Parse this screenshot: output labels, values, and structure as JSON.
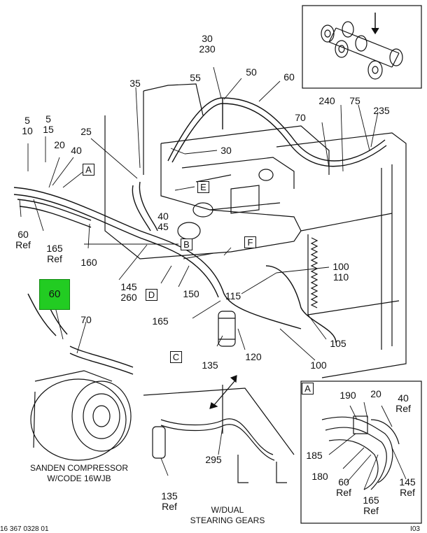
{
  "diagram": {
    "part_labels": {
      "l30_230": "30\n230",
      "l55": "55",
      "l50": "50",
      "l60_top": "60",
      "l35": "35",
      "l240": "240",
      "l75": "75",
      "l235": "235",
      "l5_10": "5\n10",
      "l5_15": "5\n15",
      "l25": "25",
      "l70_top": "70",
      "l20_left": "20",
      "l40_left": "40",
      "l30_mid": "30",
      "l40_45": "40\n45",
      "l60_ref": "60\nRef",
      "l165_ref": "165\nRef",
      "l160": "160",
      "l145_260": "145\n260",
      "l150": "150",
      "l100_110": "100\n110",
      "l115": "115",
      "l165": "165",
      "l105": "105",
      "l135": "135",
      "l120": "120",
      "l100_bottom": "100",
      "l70_comp": "70",
      "l295": "295",
      "l135_ref": "135\nRef",
      "l190": "190",
      "l20_inset": "20",
      "l40_ref": "40\nRef",
      "l185": "185",
      "l180": "180",
      "l60_ref_inset": "60\nRef",
      "l145_ref": "145\nRef",
      "l165_ref_inset": "165\nRef"
    },
    "callout_boxes": {
      "A": "A",
      "B": "B",
      "C": "C",
      "D": "D",
      "E": "E",
      "F": "F",
      "A_inset": "A"
    },
    "highlight": "60",
    "captions": {
      "compressor": "SANDEN COMPRESSOR\nW/CODE 16WJB",
      "dual": "W/DUAL\nSTEARING GEARS"
    },
    "footer": {
      "drawing_number": "16 367 0328 01",
      "corner": "I03"
    },
    "colors": {
      "highlight": "#22cc22",
      "line": "#111111"
    }
  }
}
